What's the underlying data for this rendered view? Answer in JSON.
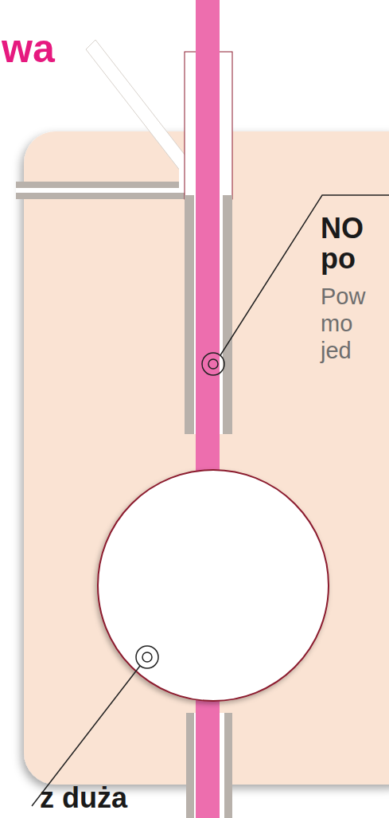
{
  "diagram": {
    "labels": [
      "wa",
      "NO po",
      "Pow mo jed",
      "z duża"
    ]
  }
}
